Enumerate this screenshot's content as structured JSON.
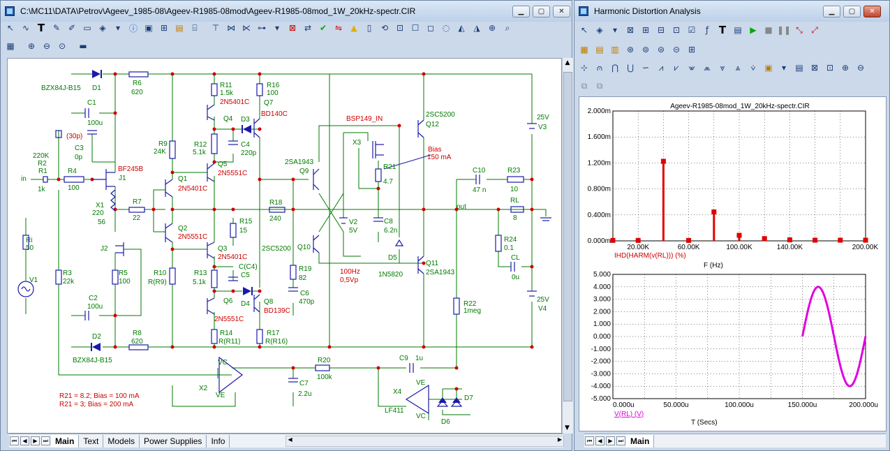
{
  "left_window": {
    "title": "C:\\MC11\\DATA\\Petrov\\Ageev_1985-08\\Ageev-R1985-08mod\\Ageev-R1985-08mod_1W_20kHz-spectr.CIR",
    "tabs": [
      {
        "label": "Main",
        "active": true
      },
      {
        "label": "Text",
        "active": false
      },
      {
        "label": "Models",
        "active": false
      },
      {
        "label": "Power Supplies",
        "active": false
      },
      {
        "label": "Info",
        "active": false
      }
    ],
    "toolbar_icons": [
      "select-arrow-icon",
      "wire-icon",
      "text-tool-icon",
      "pencil-icon",
      "brush-icon",
      "bus-icon",
      "graphics-icon",
      "dropdown-icon",
      "info-icon",
      "help-icon",
      "properties-icon",
      "grid-icon",
      "component-icon",
      "pin-label-icon",
      "node-numbers-icon",
      "node-voltages-icon",
      "current-icon",
      "power-icon",
      "conditions-icon",
      "pin-icon",
      "warning-icon",
      "page-icon",
      "rotate-icon",
      "fit-icon",
      "cursor-icon",
      "square-icon",
      "circle-icon",
      "flip-x-icon",
      "flip-y-icon",
      "zoom-in-icon",
      "find-icon"
    ],
    "toolbar2_icons": [
      "calc-icon",
      "zoom-in-icon",
      "zoom-out-icon",
      "zoom-fit-icon",
      "print-icon"
    ]
  },
  "schematic": {
    "labels": {
      "d1_model": "BZX84J-B15",
      "d1": "D1",
      "r6": "R6",
      "r6_val": "620",
      "c1": "C1",
      "c1_val": "100u",
      "c3_hint": "(30p)",
      "c3": "C3",
      "c3_val": "0p",
      "r2_val": "220K",
      "r2": "R2",
      "r1": "R1",
      "r1_val": "1k",
      "in": "in",
      "r4": "R4",
      "r4_val": "100",
      "j1_model": "BF245B",
      "j1": "J1",
      "x1": "X1",
      "x1_val1": "220",
      "x1_val2": "56",
      "r7": "R7",
      "r7_val": "22",
      "ri": "Ri",
      "ri_val": "50",
      "v1": "V1",
      "j2": "J2",
      "r5": "R5",
      "r5_val": "100",
      "r3": "R3",
      "r3_val": "22k",
      "c2": "C2",
      "c2_val": "100u",
      "d2": "D2",
      "d2_model": "BZX84J-B15",
      "r8": "R8",
      "r8_val": "620",
      "r9": "R9",
      "r9_val": "24K",
      "q1": "Q1",
      "q1_model": "2N5401C",
      "q2": "Q2",
      "q2_model": "2N5551C",
      "r10": "R10",
      "r10_val": "R(R9)",
      "r11": "R11",
      "r11_val": "1.5k",
      "q4_model": "2N5401C",
      "q4": "Q4",
      "r12": "R12",
      "r12_val": "5.1k",
      "q5": "Q5",
      "q5_model": "2N5551C",
      "r15": "R15",
      "r15_val": "15",
      "q3": "Q3",
      "q3_model": "2N5401C",
      "r13": "R13",
      "r13_val": "5.1k",
      "q6": "Q6",
      "q6_model": "2N5551C",
      "r14": "R14",
      "r14_val": "R(R11)",
      "r16": "R16",
      "r16_val": "100",
      "q7": "Q7",
      "q7_model": "BD140C",
      "d3": "D3",
      "c4": "C4",
      "c4_val": "220p",
      "c5_val": "C(C4)",
      "c5": "C5",
      "d4": "D4",
      "q8": "Q8",
      "q8_model": "BD139C",
      "r17": "R17",
      "r17_val": "R(R16)",
      "bsp": "BSP149_IN",
      "q9_model": "2SA1943",
      "q9": "Q9",
      "r18": "R18",
      "r18_val": "240",
      "x3": "X3",
      "r21": "R21",
      "r21_val": "4.7",
      "bias1": "Bias",
      "bias2": "150 mA",
      "q12_model": "2SC5200",
      "q12": "Q12",
      "v2": "V2",
      "v2_val": "5V",
      "c8": "C8",
      "c8_val": "6.2n",
      "q10_model": "2SC5200",
      "q10": "Q10",
      "d5": "D5",
      "d5_model": "1N5820",
      "v2_info1": "100Hz",
      "v2_info2": "0,5Vp",
      "r19": "R19",
      "r19_val": "82",
      "c6": "C6",
      "c6_val": "470p",
      "q11": "Q11",
      "q11_model": "2SA1943",
      "c10": "C10",
      "c10_val": "47 n",
      "r23": "R23",
      "r23_val": "10",
      "out": "out",
      "rl": "RL",
      "rl_val": "8",
      "r24": "R24",
      "r24_val": "0.1",
      "cl": "CL",
      "cl_val": "0u",
      "v3_val": "25V",
      "v3": "V3",
      "v4_val": "25V",
      "v4": "V4",
      "r22": "R22",
      "r22_val": "1meg",
      "r20": "R20",
      "r20_val": "100k",
      "c9": "C9",
      "c9_val": "1u",
      "c7": "C7",
      "c7_val": "2.2u",
      "x2": "X2",
      "vc": "VC",
      "ve": "VE",
      "x4": "X4",
      "x4_model": "LF411",
      "ve2": "VE",
      "vc2": "VC",
      "d6": "D6",
      "d7": "D7",
      "note1": "R21 = 8.2; Bias = 100 mA",
      "note2": "R21 = 3; Bias = 200 mA"
    }
  },
  "right_window": {
    "title": "Harmonic Distortion Analysis",
    "tabs": [
      {
        "label": "Main",
        "active": true
      }
    ],
    "plot_title": "Ageev-R1985-08mod_1W_20kHz-spectr.CIR"
  },
  "colors": {
    "wire": "#007a00",
    "component": "#1a1aa8",
    "label_red": "#cc0000",
    "bar": "#e00000",
    "sine": "#e000e0"
  },
  "chart_data": [
    {
      "type": "bar",
      "title": "Ageev-R1985-08mod_1W_20kHz-spectr.CIR",
      "xlabel": "F (Hz)",
      "ylabel": "",
      "series_label": "IHD(HARM(v(RL))) (%)",
      "x_ticks": [
        "20.00K",
        "60.00K",
        "100.00K",
        "140.00K",
        "200.00K"
      ],
      "x_tick_values": [
        20000,
        60000,
        100000,
        140000,
        200000
      ],
      "y_ticks": [
        "0.000m",
        "0.400m",
        "0.800m",
        "1.200m",
        "1.600m",
        "2.000m"
      ],
      "xlim": [
        0,
        200000
      ],
      "ylim": [
        0,
        0.002
      ],
      "x": [
        0,
        20000,
        40000,
        60000,
        80000,
        100000,
        120000,
        140000,
        160000,
        180000,
        200000
      ],
      "values": [
        2e-06,
        1.5e-06,
        0.00122,
        1.5e-06,
        0.00044,
        8e-05,
        3e-05,
        1e-05,
        5e-06,
        5e-06,
        5e-06
      ]
    },
    {
      "type": "line",
      "xlabel": "T (Secs)",
      "ylabel": "",
      "series_label": "V(RL) (V)",
      "x_ticks": [
        "0.000u",
        "50.000u",
        "100.000u",
        "150.000u",
        "200.000u"
      ],
      "y_ticks": [
        "-5.000",
        "-4.000",
        "-3.000",
        "-2.000",
        "-1.000",
        "0.000",
        "1.000",
        "2.000",
        "3.000",
        "4.000",
        "5.000"
      ],
      "xlim": [
        0,
        0.0002
      ],
      "ylim": [
        -5,
        5
      ],
      "sine": {
        "amplitude": 4.0,
        "frequency": 20000,
        "t_start": 0.00015,
        "t_end": 0.0002
      }
    }
  ]
}
